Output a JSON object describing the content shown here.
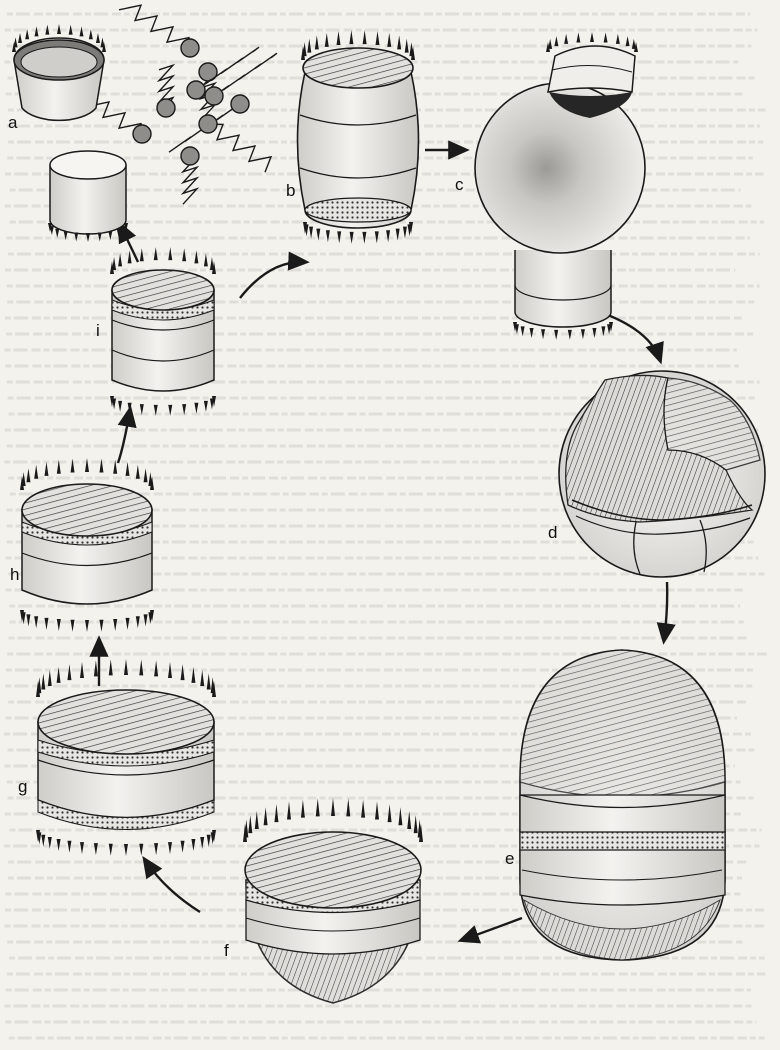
{
  "figure": {
    "panels": [
      {
        "id": "a",
        "label": "a",
        "stage": "valve"
      },
      {
        "id": "b",
        "label": "b",
        "stage": "frustule-with-girdle-bands"
      },
      {
        "id": "c",
        "label": "c",
        "stage": "auxospore-sphere"
      },
      {
        "id": "d",
        "label": "d",
        "stage": "sphere-with-perizonium-plates"
      },
      {
        "id": "e",
        "label": "e",
        "stage": "initial-cell-in-sphere"
      },
      {
        "id": "f",
        "label": "f",
        "stage": "initial-cell-emerging"
      },
      {
        "id": "g",
        "label": "g",
        "stage": "large-frustule"
      },
      {
        "id": "h",
        "label": "h",
        "stage": "frustule-after-division"
      },
      {
        "id": "i",
        "label": "i",
        "stage": "small-frustule"
      }
    ],
    "gametes_count": 9,
    "colors": {
      "paper": "#f4f2ed",
      "ink": "#1a1a1a",
      "shell": "#ececea",
      "shade": "#9a9a96",
      "text_noise": "#bdbbb6"
    }
  }
}
